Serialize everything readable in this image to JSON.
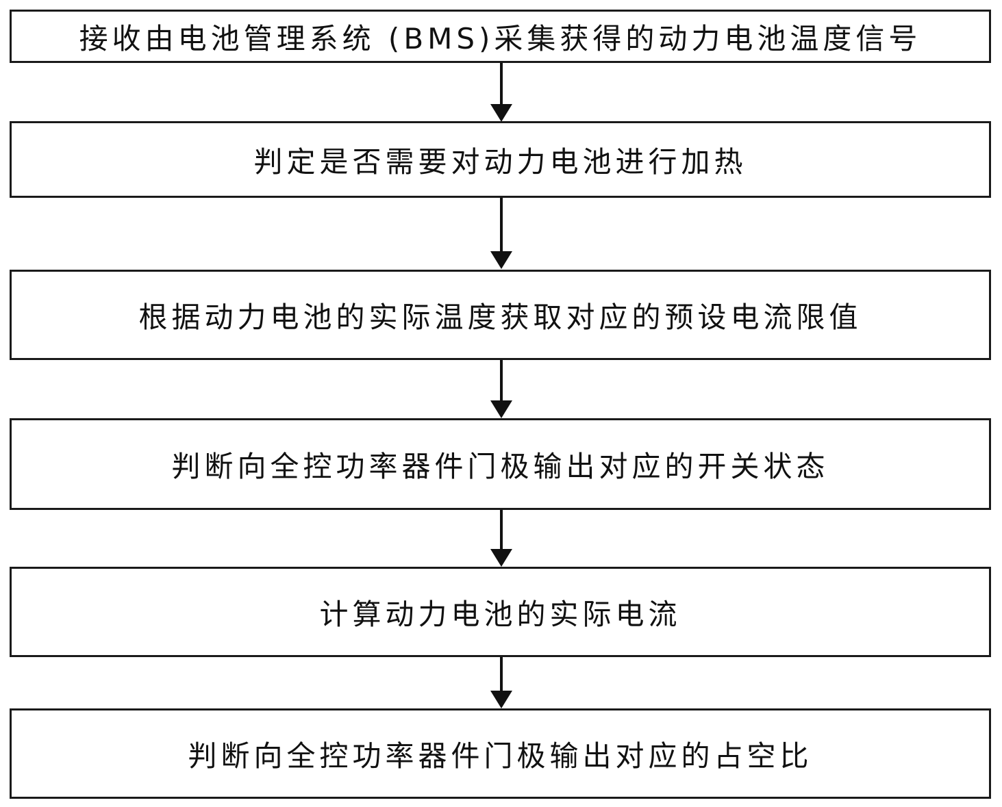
{
  "flowchart": {
    "steps": [
      {
        "label": "接收由电池管理系统 (BMS)采集获得的动力电池温度信号"
      },
      {
        "label": "判定是否需要对动力电池进行加热"
      },
      {
        "label": "根据动力电池的实际温度获取对应的预设电流限值"
      },
      {
        "label": "判断向全控功率器件门极输出对应的开关状态"
      },
      {
        "label": "计算动力电池的实际电流"
      },
      {
        "label": "判断向全控功率器件门极输出对应的占空比"
      }
    ]
  }
}
